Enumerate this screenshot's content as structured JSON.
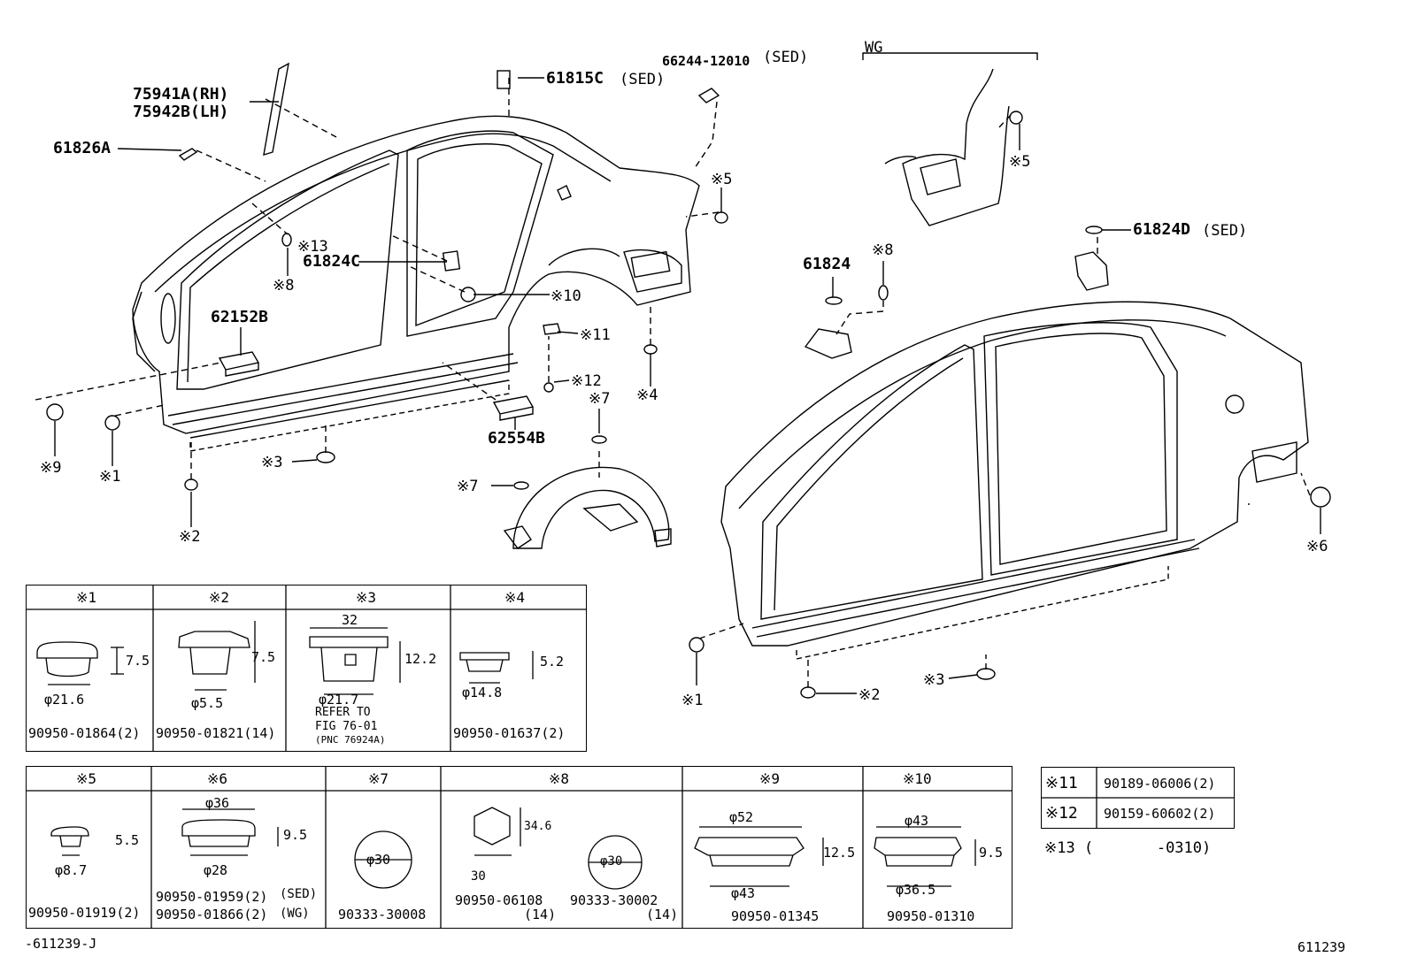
{
  "callouts": {
    "p75941a": "75941A(RH)",
    "p75942b": "75942B(LH)",
    "p61826a": "61826A",
    "p61815c": "61815C",
    "p61815c_note": "(SED)",
    "p66244": "66244-12010",
    "p66244_note": "(SED)",
    "p61824c": "61824C",
    "p62152b": "62152B",
    "p62554b": "62554B",
    "p61824": "61824",
    "p61824d": "61824D",
    "p61824d_note": "(SED)",
    "wg": "WG",
    "m13": "※13",
    "m8a": "※8",
    "m10": "※10",
    "m11": "※11",
    "m12": "※12",
    "m7a": "※7",
    "m7b": "※7",
    "m5a": "※5",
    "m5b": "※5",
    "m4": "※4",
    "m8b": "※8",
    "m9": "※9",
    "m1a": "※1",
    "m3a": "※3",
    "m2a": "※2",
    "m6": "※6",
    "m1b": "※1",
    "m3b": "※3",
    "m2b": "※2"
  },
  "table_top": {
    "h1": "※1",
    "h2": "※2",
    "h3": "※3",
    "h4": "※4",
    "d1": "7.5",
    "d1b": "φ21.6",
    "pn1": "90950-01864(2)",
    "d2": "7.5",
    "d2b": "φ5.5",
    "pn2": "90950-01821(14)",
    "d3a": "32",
    "d3b": "12.2",
    "d3c": "φ21.7",
    "ref1": "REFER TO",
    "ref2": "FIG 76-01",
    "ref3": "(PNC 76924A)",
    "d4": "5.2",
    "d4b": "φ14.8",
    "pn4": "90950-01637(2)"
  },
  "table_bottom": {
    "h5": "※5",
    "h6": "※6",
    "h7": "※7",
    "h8": "※8",
    "h9": "※9",
    "h10": "※10",
    "d5": "5.5",
    "d5b": "φ8.7",
    "pn5": "90950-01919(2)",
    "d6a": "φ36",
    "d6b": "9.5",
    "d6c": "φ28",
    "pn6a": "90950-01959(2)",
    "pn6a_note": "(SED)",
    "pn6b": "90950-01866(2)",
    "pn6b_note": "(WG)",
    "d7": "φ30",
    "pn7": "90333-30008",
    "d8a": "34.6",
    "d8b": "30",
    "d8c": "φ30",
    "pn8a": "90950-06108",
    "pn8a_q": "(14)",
    "pn8b": "90333-30002",
    "pn8b_q": "(14)",
    "d9a": "φ52",
    "d9b": "12.5",
    "d9c": "φ43",
    "pn9": "90950-01345",
    "d10a": "φ43",
    "d10b": "9.5",
    "d10c": "φ36.5",
    "pn10": "90950-01310"
  },
  "table_side": {
    "h11": "※11",
    "pn11": "90189-06006(2)",
    "h12": "※12",
    "pn12": "90159-60602(2)",
    "note13": "※13 (       -0310)"
  },
  "footer": {
    "left_code": "-611239-J",
    "right_code": "611239"
  }
}
